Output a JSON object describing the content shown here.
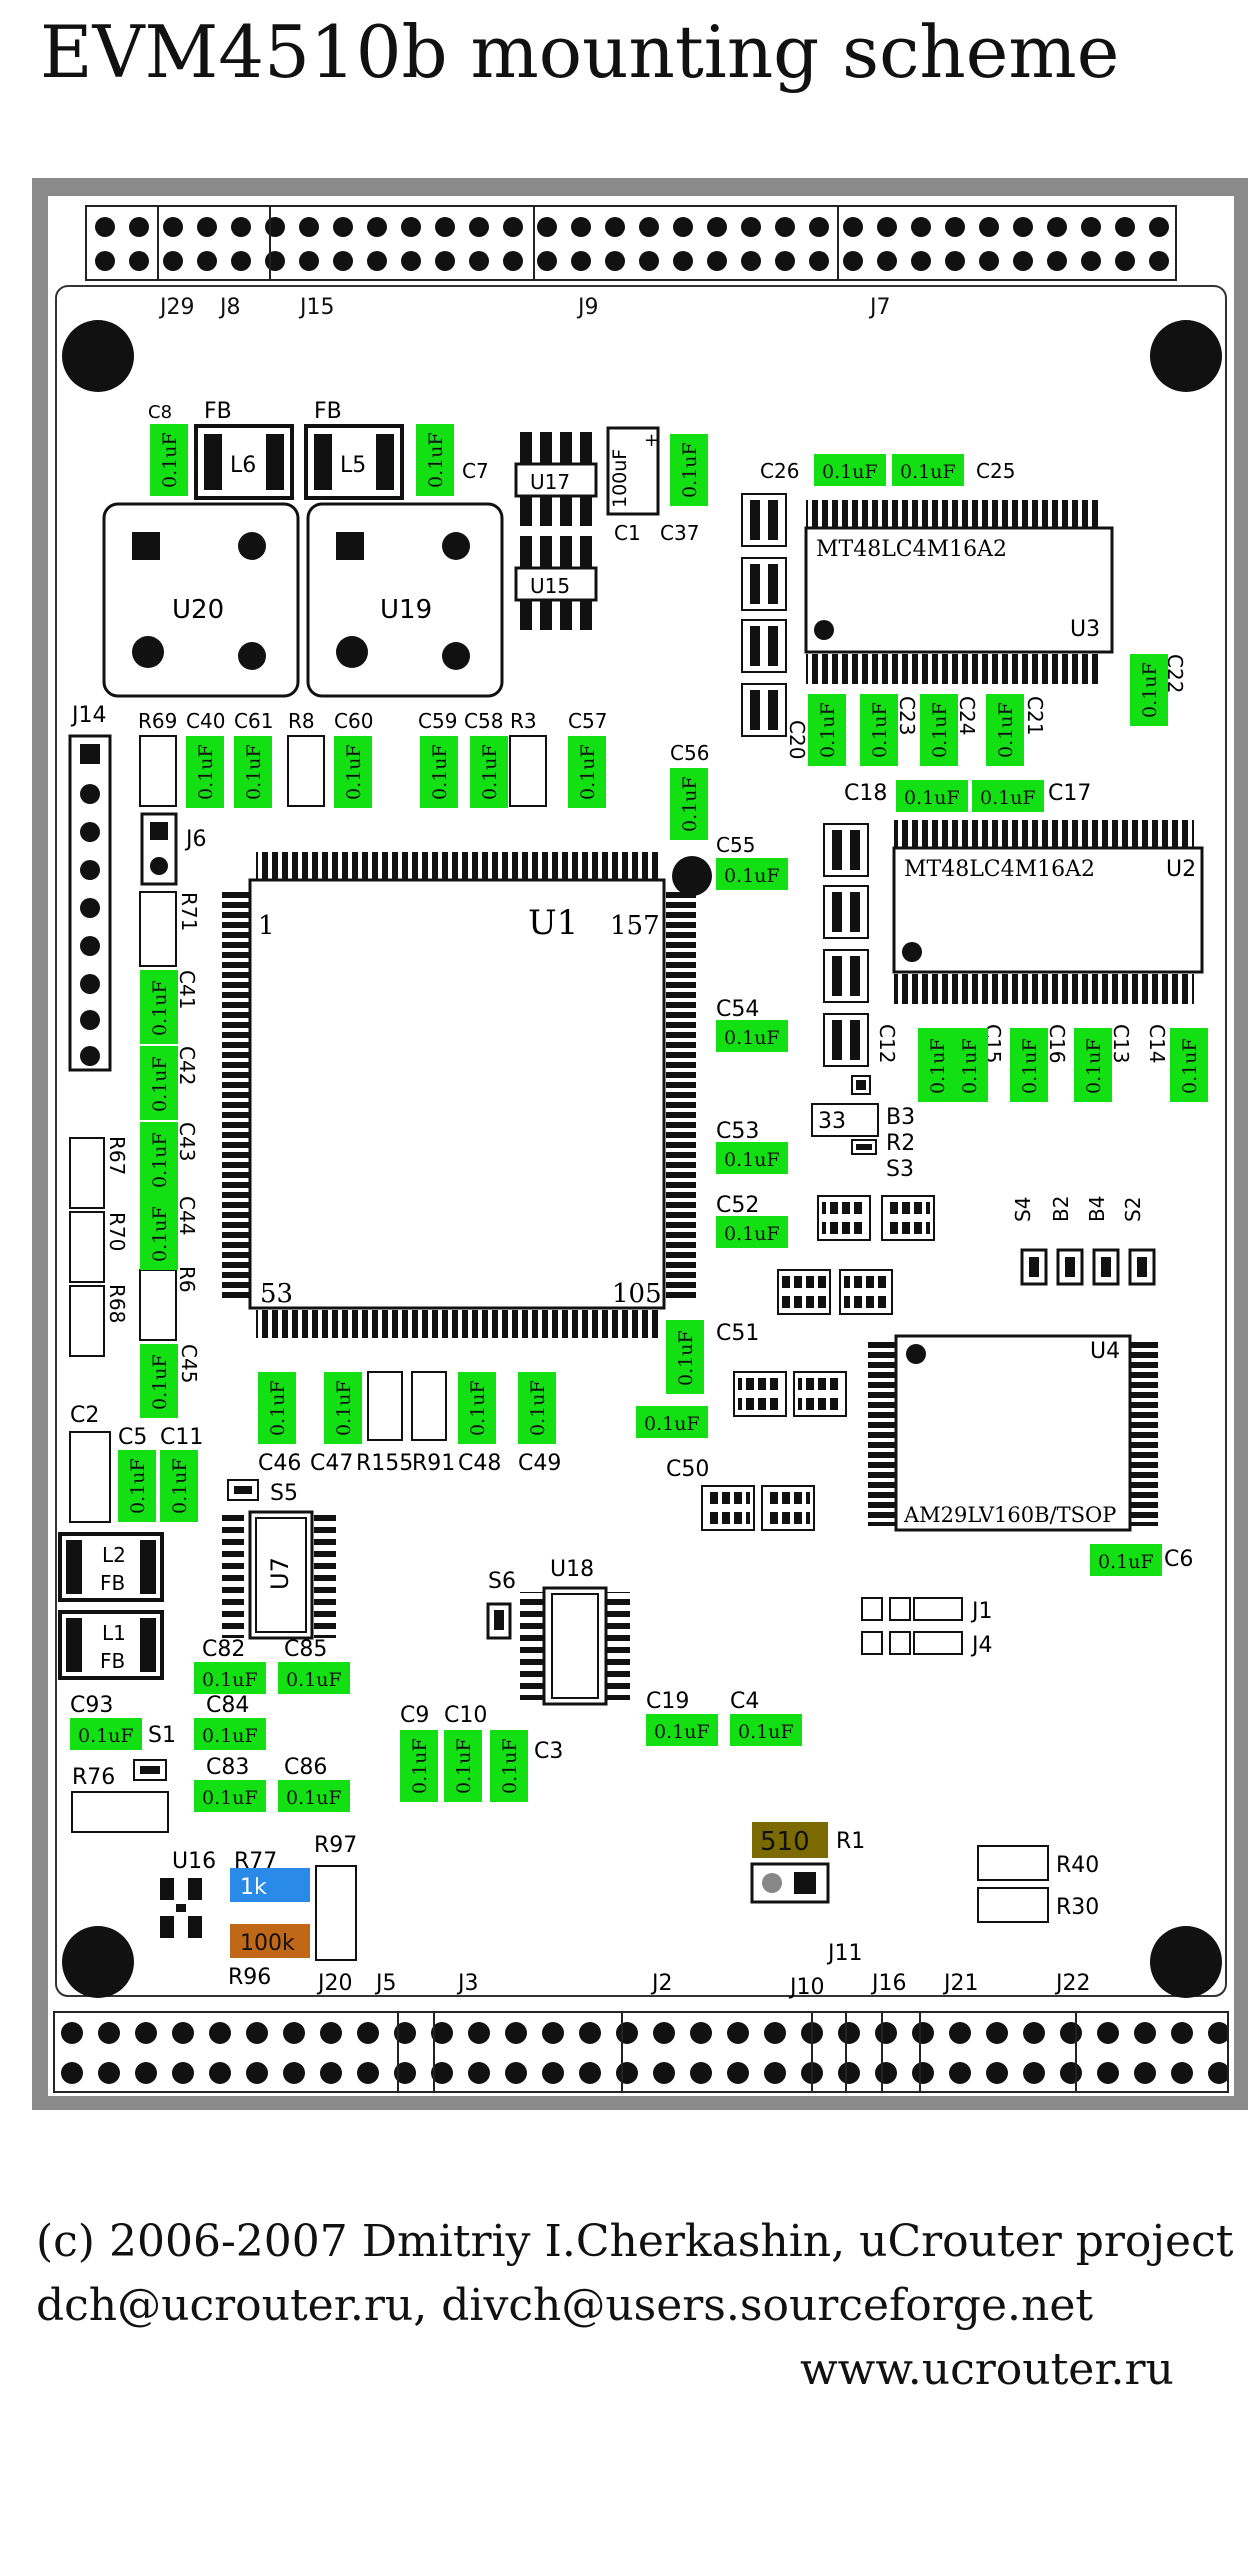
{
  "title": "EVM4510b mounting scheme",
  "colors": {
    "cap_green": "#13e013",
    "frame": "#808080",
    "resistor_olive": "#7a6a00",
    "resistor_blue": "#2a8ae8",
    "resistor_orange": "#c06818"
  },
  "chips": {
    "u1": "U1",
    "u1_pin1": "1",
    "u1_pin157": "157",
    "u1_pin53": "53",
    "u1_pin105": "105",
    "u2": "U2",
    "u2_text": "MT48LC4M16A2",
    "u3": "U3",
    "u3_text": "MT48LC4M16A2",
    "u4": "U4",
    "u4_text": "AM29LV160B/TSOP",
    "u7": "U7",
    "u15": "U15",
    "u16": "U16",
    "u17": "U17",
    "u18": "U18",
    "u19": "U19",
    "u20": "U20",
    "l5": "L5",
    "l6": "L6",
    "l1": "L1",
    "l2": "L2"
  },
  "labels": {
    "j29": "J29",
    "j8": "J8",
    "j15": "J15",
    "j9": "J9",
    "j7": "J7",
    "j14": "J14",
    "j6": "J6",
    "j1": "J1",
    "j4": "J4",
    "j20": "J20",
    "j5": "J5",
    "j3": "J3",
    "j2": "J2",
    "j10": "J10",
    "j11": "J11",
    "j16": "J16",
    "j21": "J21",
    "j22": "J22",
    "c1": "C1",
    "c37": "C37",
    "c7": "C7",
    "c8": "C8",
    "fb": "FB",
    "c26": "C26",
    "c25": "C25",
    "c20": "C20",
    "c23": "C23",
    "c24": "C24",
    "c21": "C21",
    "c22": "C22",
    "c18": "C18",
    "c17": "C17",
    "c12": "C12",
    "c15": "C15",
    "c16": "C16",
    "c13": "C13",
    "c14": "C14",
    "r69": "R69",
    "c40": "C40",
    "c61": "C61",
    "r8": "R8",
    "c60": "C60",
    "c59": "C59",
    "c58": "C58",
    "r3": "R3",
    "c57": "C57",
    "c56": "C56",
    "c55": "C55",
    "r71": "R71",
    "c41": "C41",
    "c42": "C42",
    "c43": "C43",
    "c44": "C44",
    "r67": "R67",
    "r70": "R70",
    "r6": "R6",
    "r68": "R68",
    "c45": "C45",
    "c54": "C54",
    "c53": "C53",
    "c52": "C52",
    "c51": "C51",
    "c50": "C50",
    "b3": "B3",
    "r2": "R2",
    "s3": "S3",
    "r33": "33",
    "s4": "S4",
    "b2": "B2",
    "b4": "B4",
    "s2": "S2",
    "c46": "C46",
    "c47": "C47",
    "r155": "R155",
    "r91": "R91",
    "c48": "C48",
    "c49": "C49",
    "c2": "C2",
    "c5": "C5",
    "c11": "C11",
    "s5": "S5",
    "s6": "S6",
    "c6": "C6",
    "c82": "C82",
    "c85": "C85",
    "c93": "C93",
    "s1": "S1",
    "c84": "C84",
    "c83": "C83",
    "c86": "C86",
    "r76": "R76",
    "c9": "C9",
    "c10": "C10",
    "c3": "C3",
    "c19": "C19",
    "c4": "C4",
    "r1": "R1",
    "r1_val": "510",
    "r40": "R40",
    "r30": "R30",
    "r77": "R77",
    "r77_val": "1k",
    "r96": "R96",
    "r96_val": "100k",
    "r97": "R97",
    "cap1000": "100uF",
    "cap_val": "0.1uF"
  },
  "footer": {
    "line1": "(c) 2006-2007 Dmitriy I.Cherkashin, uCrouter project",
    "line2": "dch@ucrouter.ru, divch@users.sourceforge.net",
    "line3": "www.ucrouter.ru"
  }
}
